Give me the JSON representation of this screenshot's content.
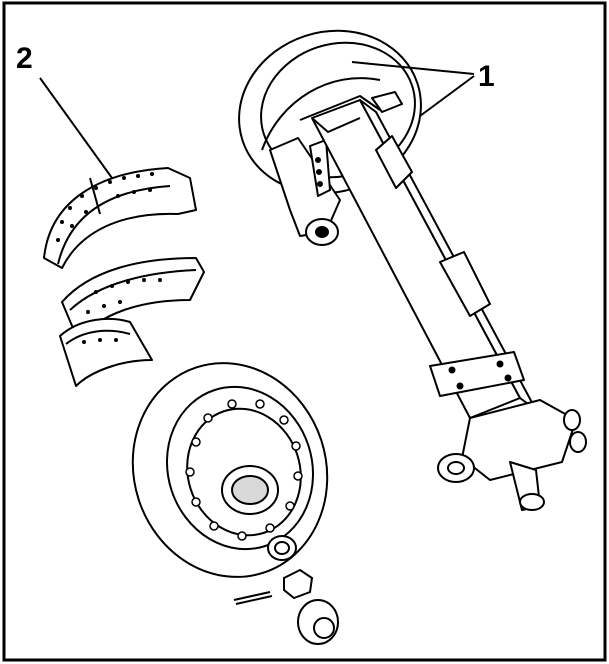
{
  "figure": {
    "callouts": [
      {
        "id": "1",
        "label": "1"
      },
      {
        "id": "2",
        "label": "2"
      }
    ],
    "colors": {
      "line": "#000000",
      "background": "#ffffff",
      "shade": "#d9d9d9"
    }
  }
}
